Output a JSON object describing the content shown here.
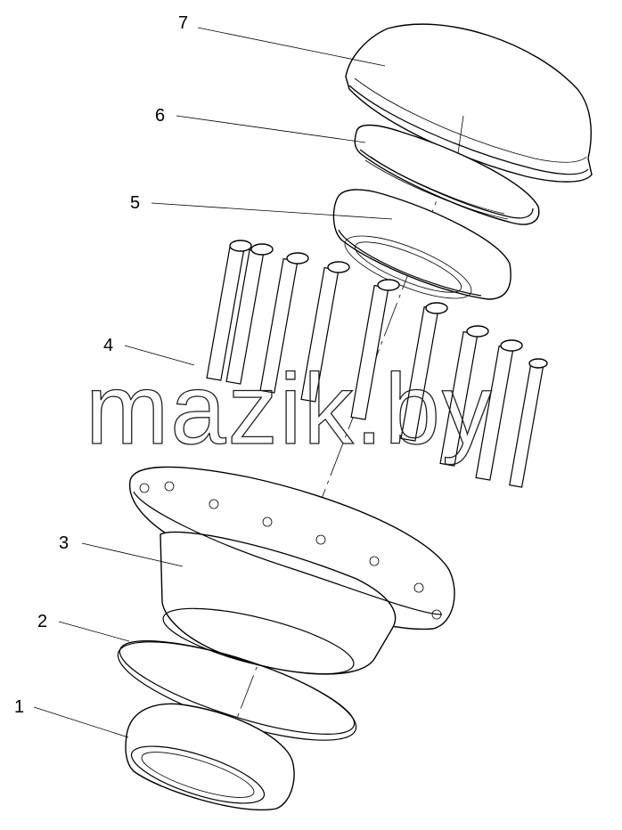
{
  "callouts": [
    {
      "id": "1",
      "label": "1"
    },
    {
      "id": "2",
      "label": "2"
    },
    {
      "id": "3",
      "label": "3"
    },
    {
      "id": "4",
      "label": "4"
    },
    {
      "id": "5",
      "label": "5"
    },
    {
      "id": "6",
      "label": "6"
    },
    {
      "id": "7",
      "label": "7"
    }
  ],
  "watermark": "mazik.by",
  "colors": {
    "line": "#000000",
    "background": "#ffffff"
  }
}
